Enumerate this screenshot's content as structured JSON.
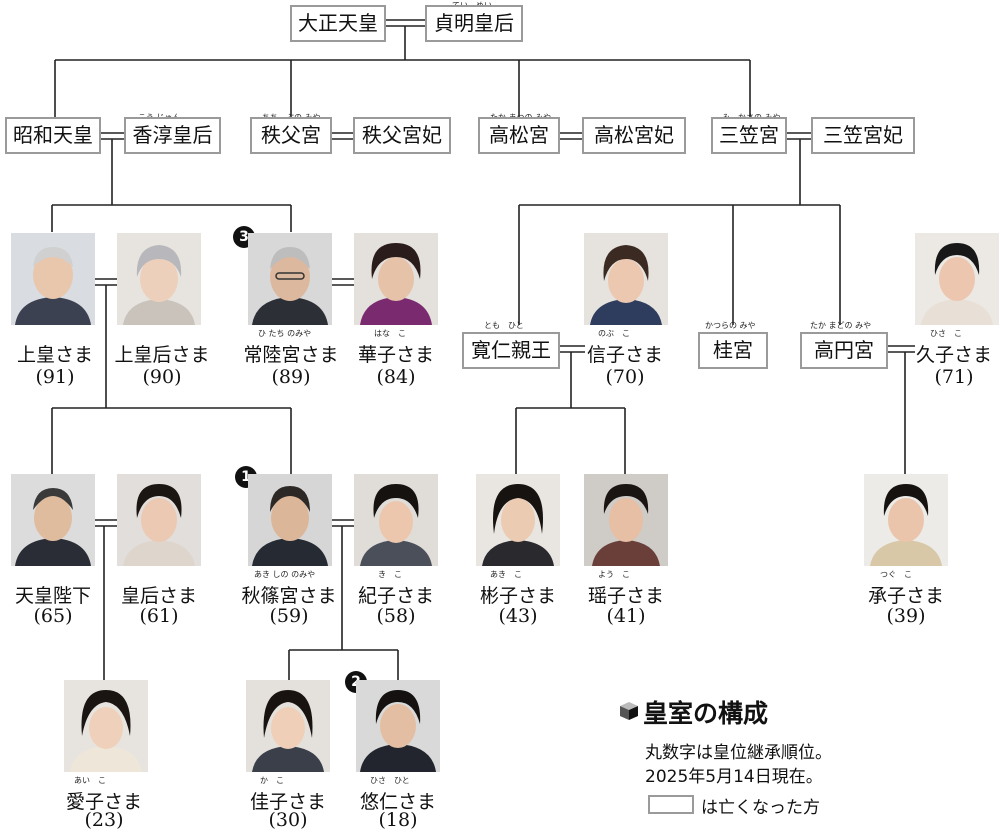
{
  "legend": {
    "title": "皇室の構成",
    "line1": "丸数字は皇位継承順位。",
    "line2": "2025年5月14日現在。",
    "box_note": "は亡くなった方",
    "cube_icon": "cube-icon"
  },
  "deceased": {
    "taisho": {
      "name": "大正天皇"
    },
    "teimei": {
      "name": "貞明皇后",
      "ruby": "てい　めい"
    },
    "showa": {
      "name": "昭和天皇"
    },
    "kojun": {
      "name": "香淳皇后",
      "ruby": "こう じゅん"
    },
    "chichibu": {
      "name": "秩父宮",
      "ruby": "ちち　ぶの みや"
    },
    "chichibu_hi": {
      "name": "秩父宮妃"
    },
    "takamatsu": {
      "name": "高松宮",
      "ruby": "たか まつの みや"
    },
    "takamatsu_hi": {
      "name": "高松宮妃"
    },
    "mikasa": {
      "name": "三笠宮",
      "ruby": "み　かさの みや"
    },
    "mikasa_hi": {
      "name": "三笠宮妃"
    },
    "tomohito": {
      "name": "寛仁親王",
      "ruby": "とも　ひと"
    },
    "katsura": {
      "name": "桂宮",
      "ruby": "かつらの みや"
    },
    "takamado": {
      "name": "高円宮",
      "ruby": "たか まどの みや"
    }
  },
  "members": {
    "joko": {
      "name": "上皇さま",
      "age": "(91)"
    },
    "jokogo": {
      "name": "上皇后さま",
      "age": "(90)"
    },
    "hitachi": {
      "name": "常陸宮さま",
      "age": "(89)",
      "ruby": "ひ たち のみや",
      "rank": "3"
    },
    "hanako": {
      "name": "華子さま",
      "age": "(84)",
      "ruby": "はな　こ"
    },
    "nobuko": {
      "name": "信子さま",
      "age": "(70)",
      "ruby": "のぶ　こ"
    },
    "hisako": {
      "name": "久子さま",
      "age": "(71)",
      "ruby": "ひさ　こ"
    },
    "tenno": {
      "name": "天皇陛下",
      "age": "(65)"
    },
    "kogo": {
      "name": "皇后さま",
      "age": "(61)"
    },
    "akishino": {
      "name": "秋篠宮さま",
      "age": "(59)",
      "ruby": "あき しの のみや",
      "rank": "1"
    },
    "kiko": {
      "name": "紀子さま",
      "age": "(58)",
      "ruby": "き　こ"
    },
    "akiko": {
      "name": "彬子さま",
      "age": "(43)",
      "ruby": "あき　こ"
    },
    "yoko": {
      "name": "瑶子さま",
      "age": "(41)",
      "ruby": "よう　こ"
    },
    "tsuguko": {
      "name": "承子さま",
      "age": "(39)",
      "ruby": "つぐ　こ"
    },
    "aiko": {
      "name": "愛子さま",
      "age": "(23)",
      "ruby": "あい　こ"
    },
    "kako": {
      "name": "佳子さま",
      "age": "(30)",
      "ruby": "か　こ"
    },
    "hisahito": {
      "name": "悠仁さま",
      "age": "(18)",
      "ruby": "ひさ　ひと",
      "rank": "2"
    }
  }
}
